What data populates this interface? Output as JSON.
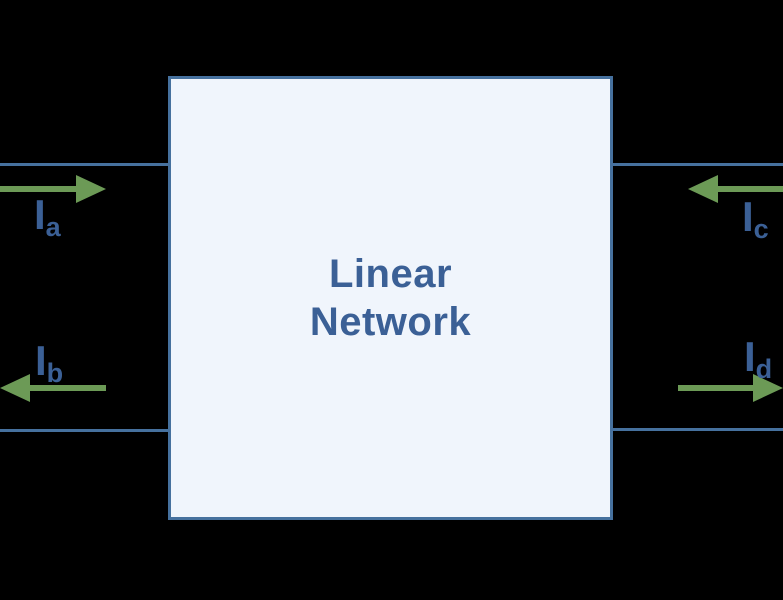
{
  "diagram": {
    "type": "two-port-linear-network-diagram",
    "title_lines": [
      "Linear",
      "Network"
    ],
    "colors": {
      "bg": "#000000",
      "fill": "#F0F5FC",
      "line": "#46719E",
      "text": "#3B6096",
      "arrow": "#6C9A56"
    },
    "currents": [
      {
        "id": "Ia",
        "label": "I",
        "sub": "a",
        "direction": "right",
        "position": "left-top",
        "meaning": "current entering network at upper-left terminal"
      },
      {
        "id": "Ib",
        "label": "I",
        "sub": "b",
        "direction": "left",
        "position": "left-bottom",
        "meaning": "current leaving network at lower-left terminal"
      },
      {
        "id": "Ic",
        "label": "I",
        "sub": "c",
        "direction": "left",
        "position": "right-top",
        "meaning": "current entering network at upper-right terminal"
      },
      {
        "id": "Id",
        "label": "I",
        "sub": "d",
        "direction": "right",
        "position": "right-bottom",
        "meaning": "current leaving network at lower-right terminal"
      }
    ]
  }
}
